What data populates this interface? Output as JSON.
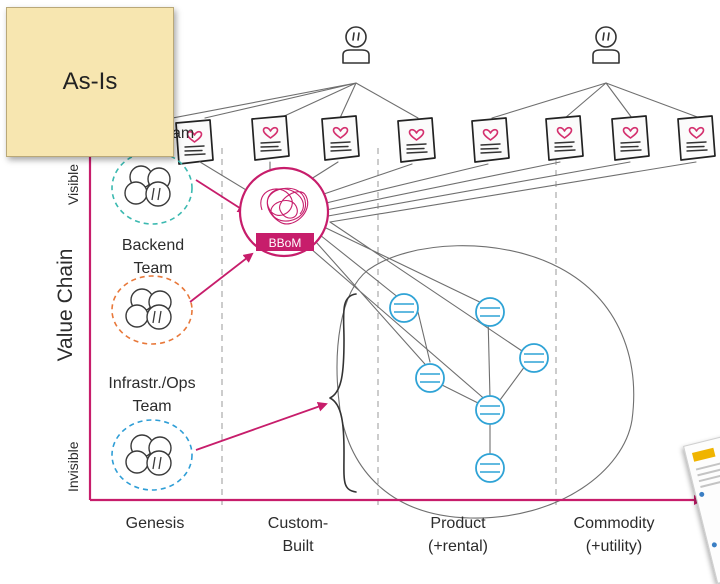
{
  "sticky_note": "As-Is",
  "axis": {
    "y_title": "Value Chain",
    "y_top_label": "Visible",
    "y_bottom_label": "Invisible",
    "x_categories": [
      {
        "line1": "Genesis",
        "line2": ""
      },
      {
        "line1": "Custom-",
        "line2": "Built"
      },
      {
        "line1": "Product",
        "line2": "(+rental)"
      },
      {
        "line1": "Commodity",
        "line2": "(+utility)"
      }
    ]
  },
  "teams": {
    "frontend_label_fragment": "am",
    "backend_line1": "Backend",
    "backend_line2": "Team",
    "infra_line1": "Infrastr./Ops",
    "infra_line2": "Team"
  },
  "bbom_label": "BBoM",
  "colors": {
    "axis": "#c71d6b",
    "bbom": "#c71d6b",
    "heart": "#d4306e",
    "service": "#2fa3d6",
    "team_frontend": "#3bb9b0",
    "team_backend": "#e8783a",
    "team_infra": "#2f9ed6",
    "sticky": "#f7e6b0"
  }
}
